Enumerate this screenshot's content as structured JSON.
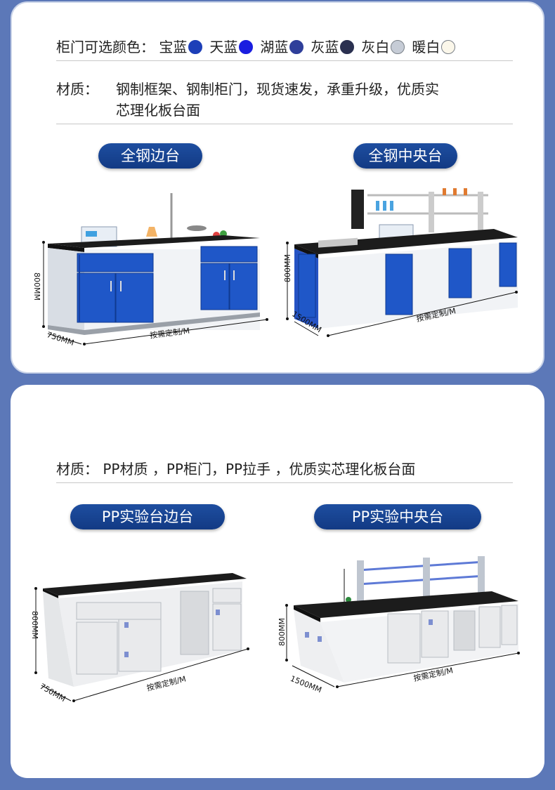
{
  "colors": {
    "label": "柜门可选颜色：",
    "options": [
      {
        "name": "宝蓝",
        "hex": "#1d3fb8"
      },
      {
        "name": "天蓝",
        "hex": "#1a1ee0"
      },
      {
        "name": "湖蓝",
        "hex": "#2f3f9a"
      },
      {
        "name": "灰蓝",
        "hex": "#2a3050"
      },
      {
        "name": "灰白",
        "hex": "#c6ccd6"
      },
      {
        "name": "暖白",
        "hex": "#fbf7ea"
      }
    ]
  },
  "steel": {
    "material_label": "材质：",
    "material_line1": "钢制框架、钢制柜门，现货速发，承重升级，优质实",
    "material_line2": "芯理化板台面",
    "side_title": "全钢边台",
    "center_title": "全钢中央台",
    "side_dims": {
      "height": "800MM",
      "depth": "750MM",
      "length": "按需定制/M"
    },
    "center_dims": {
      "height": "800MM",
      "depth": "1500MM",
      "length": "按需定制/M"
    }
  },
  "pp": {
    "material": "材质：  PP材质 ，PP柜门，PP拉手 ，优质实芯理化板台面",
    "side_title": "PP实验台边台",
    "center_title": "PP实验中央台",
    "side_dims": {
      "height": "800MM",
      "depth": "750MM",
      "length": "按需定制/M"
    },
    "center_dims": {
      "height": "800MM",
      "depth": "1500MM",
      "length": "按需定制/M"
    }
  }
}
